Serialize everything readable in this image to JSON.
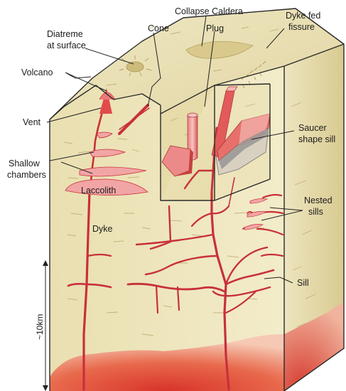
{
  "labels": {
    "collapse_caldera": "Collapse Caldera",
    "cone": "Cone",
    "plug": "Plug",
    "dyke_fed_fissure_1": "Dyke fed",
    "dyke_fed_fissure_2": "fissure",
    "diatreme_1": "Diatreme",
    "diatreme_2": "at surface",
    "volcano": "Volcano",
    "vent": "Vent",
    "saucer_sill_1": "Saucer",
    "saucer_sill_2": "shape sill",
    "shallow_chambers_1": "Shallow",
    "shallow_chambers_2": "chambers",
    "laccolith": "Laccolith",
    "dyke": "Dyke",
    "nested_sills_1": "Nested",
    "nested_sills_2": "sills",
    "sill": "Sill",
    "depth_scale": "~10km"
  },
  "colors": {
    "rock_light": "#f3eccb",
    "rock_mid": "#e9dfb2",
    "rock_dark": "#d7c98f",
    "magma": "#d8404a",
    "magma_light": "#f2a5a5",
    "magma_chamber": "#e4573a",
    "outline": "#2a2a2a"
  }
}
